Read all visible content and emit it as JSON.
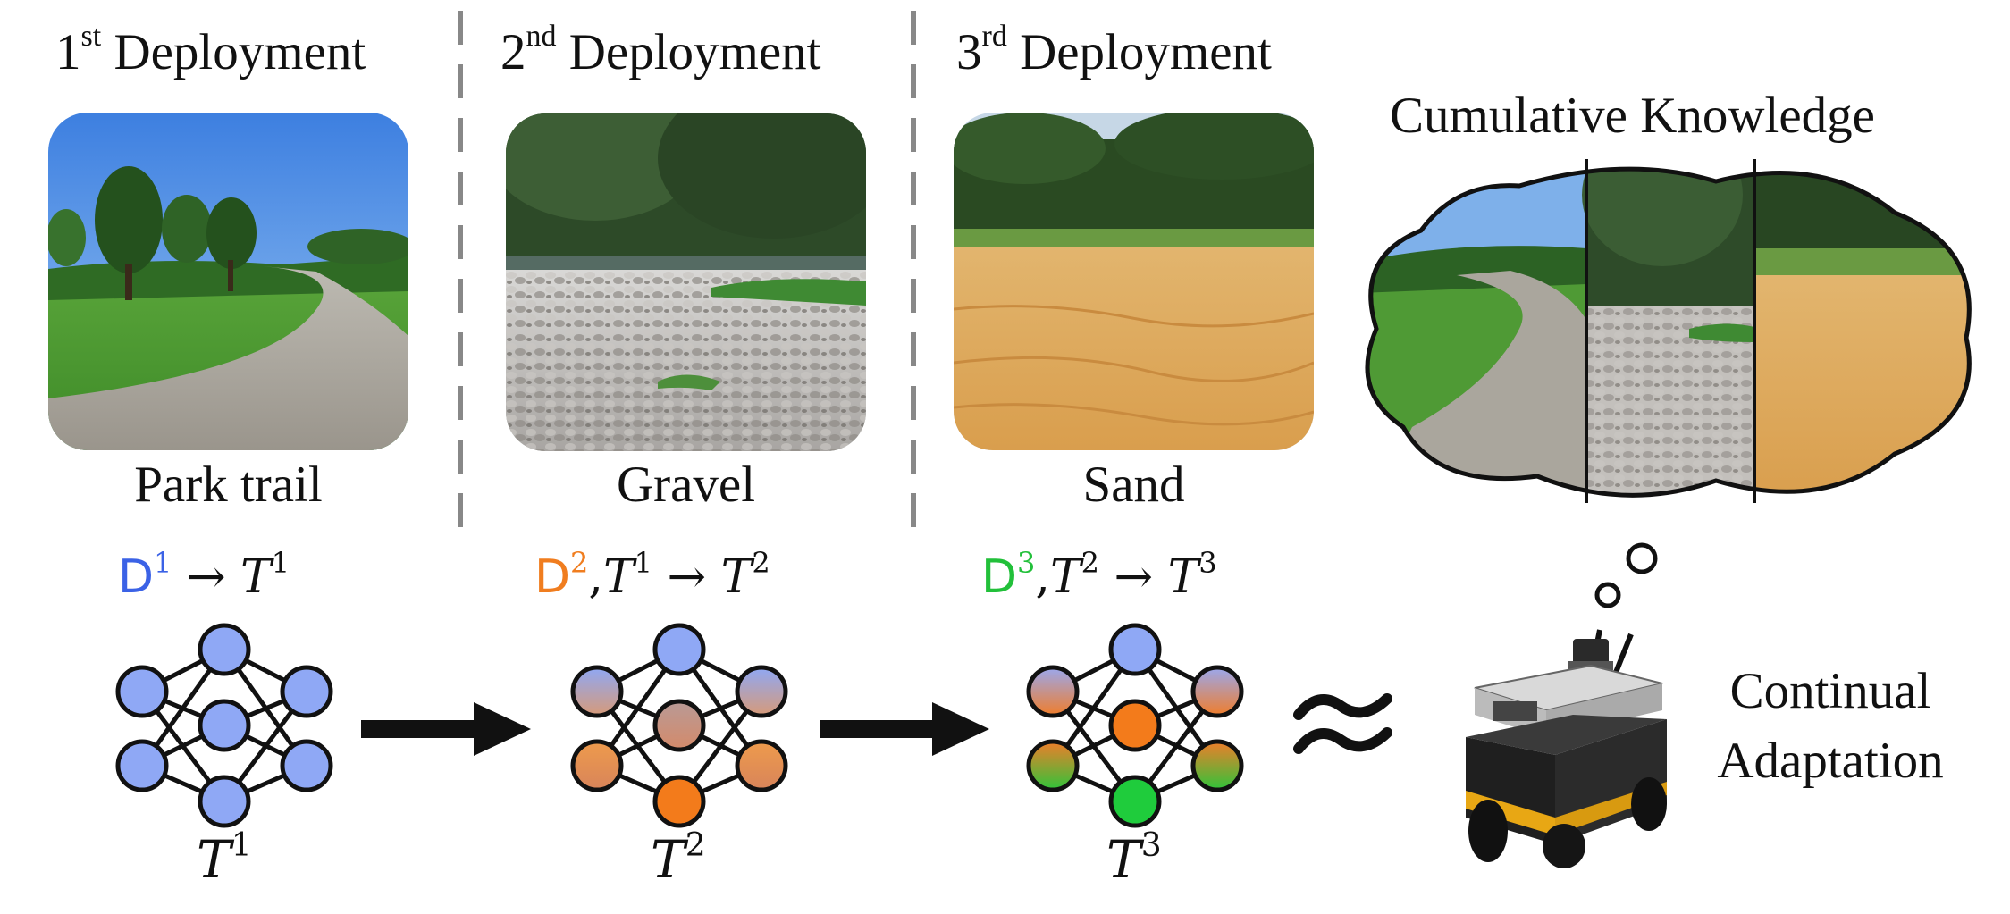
{
  "deployments": [
    {
      "title_num": "1",
      "title_sup": "st",
      "title_text": "Deployment",
      "terrain": "Park trail"
    },
    {
      "title_num": "2",
      "title_sup": "nd",
      "title_text": "Deployment",
      "terrain": "Gravel"
    },
    {
      "title_num": "3",
      "title_sup": "rd",
      "title_text": "Deployment",
      "terrain": "Sand"
    }
  ],
  "equations": [
    {
      "d": "D",
      "d_sup": "1",
      "arrow": "→",
      "t": "T",
      "t_sup": "1",
      "color": "#3b62e6"
    },
    {
      "d": "D",
      "d_sup": "2",
      "prev_t": "T",
      "prev_sup": "1",
      "arrow": "→",
      "t": "T",
      "t_sup": "2",
      "color": "#f07d1f"
    },
    {
      "d": "D",
      "d_sup": "3",
      "prev_t": "T",
      "prev_sup": "2",
      "arrow": "→",
      "t": "T",
      "t_sup": "3",
      "color": "#22c03a"
    }
  ],
  "networks": [
    {
      "label": "T",
      "label_sup": "1"
    },
    {
      "label": "T",
      "label_sup": "2"
    },
    {
      "label": "T",
      "label_sup": "3"
    }
  ],
  "cumulative_title": "Cumulative Knowledge",
  "adaptation_line1": "Continual",
  "adaptation_line2": "Adaptation",
  "colors": {
    "blue_node": "#8fa8f5",
    "orange_node": "#f37b1b",
    "green_node": "#1fcc3c",
    "divider": "#888888"
  }
}
